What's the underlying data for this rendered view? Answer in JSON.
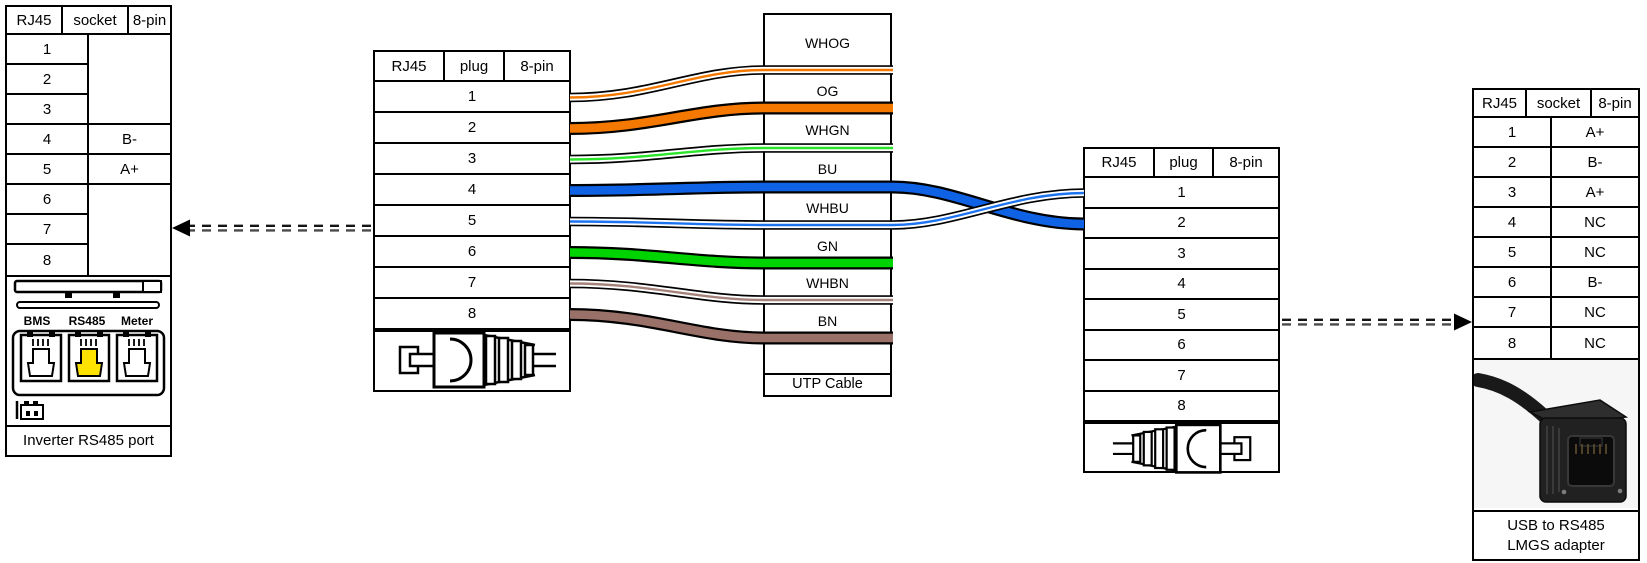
{
  "diagram": {
    "left_socket": {
      "headers": [
        "RJ45",
        "socket",
        "8-pin"
      ],
      "pins": [
        "1",
        "2",
        "3",
        "4",
        "5",
        "6",
        "7",
        "8"
      ],
      "pin4_value": "B-",
      "pin5_value": "A+",
      "port_labels": [
        "BMS",
        "RS485",
        "Meter"
      ],
      "caption": "Inverter RS485 port"
    },
    "left_plug": {
      "headers": [
        "RJ45",
        "plug",
        "8-pin"
      ],
      "pins": [
        "1",
        "2",
        "3",
        "4",
        "5",
        "6",
        "7",
        "8"
      ]
    },
    "utp_cable": {
      "wire_labels": [
        "WHOG",
        "OG",
        "WHGN",
        "BU",
        "WHBU",
        "GN",
        "WHBN",
        "BN"
      ],
      "caption": "UTP Cable"
    },
    "right_plug": {
      "headers": [
        "RJ45",
        "plug",
        "8-pin"
      ],
      "pins": [
        "1",
        "2",
        "3",
        "4",
        "5",
        "6",
        "7",
        "8"
      ]
    },
    "right_socket": {
      "headers": [
        "RJ45",
        "socket",
        "8-pin"
      ],
      "pins": [
        "1",
        "2",
        "3",
        "4",
        "5",
        "6",
        "7",
        "8"
      ],
      "values": [
        "A+",
        "B-",
        "A+",
        "NC",
        "NC",
        "B-",
        "NC",
        "NC"
      ],
      "caption_line1": "USB to RS485",
      "caption_line2": "LMGS adapter"
    },
    "colors": {
      "orange": "#F57900",
      "orange_stripe": "#F57900",
      "green": "#00D400",
      "green_stripe": "#2AE52A",
      "blue": "#1062E5",
      "blue_stripe": "#1E74F0",
      "brown": "#9A7168",
      "brown_stripe": "#A5837B",
      "port_highlight": "#FFE300",
      "wire_outline": "#000000"
    }
  }
}
